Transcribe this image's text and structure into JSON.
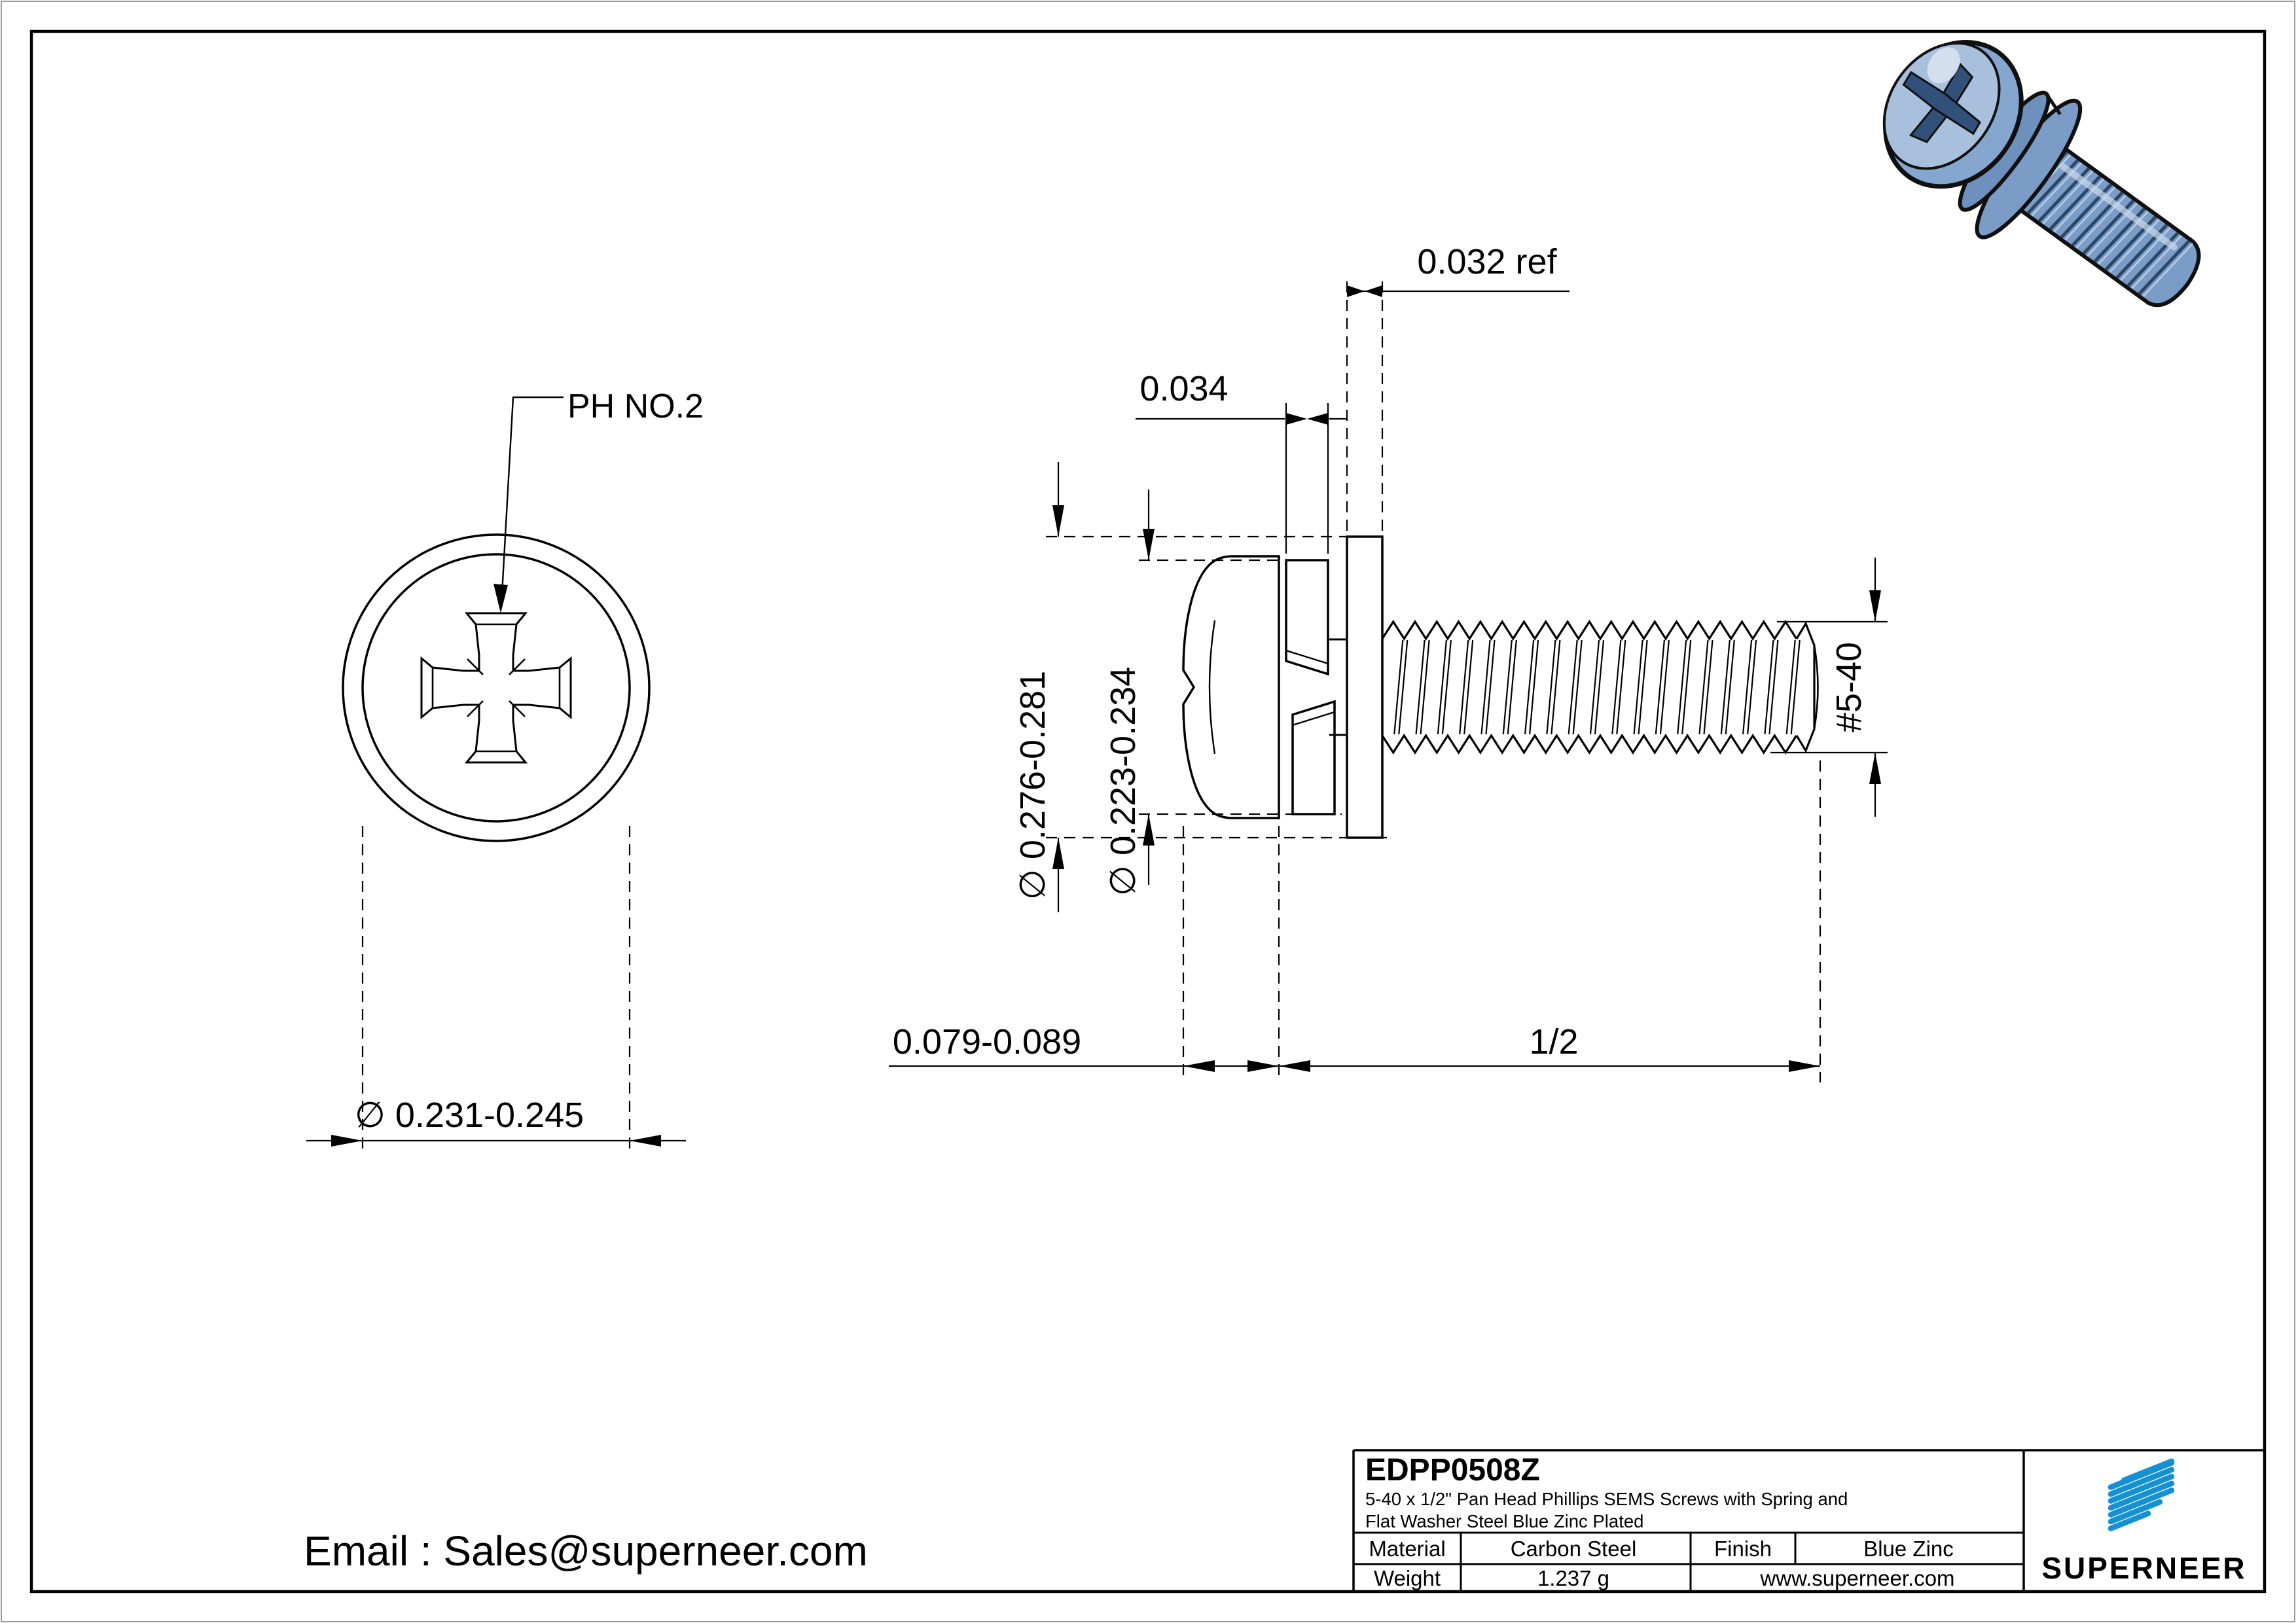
{
  "drawing": {
    "front_view": {
      "recess_label": "PH NO.2",
      "head_diameter": "∅ 0.231-0.245"
    },
    "side_view": {
      "washer_od": "∅ 0.276-0.281",
      "spring_od": "∅ 0.223-0.234",
      "washer_thickness": "0.032 ref",
      "spring_thickness": "0.034",
      "head_height": "0.079-0.089",
      "screw_length": "1/2",
      "thread_spec": "#5-40"
    },
    "email": "Email : Sales@superneer.com",
    "title_block": {
      "part_number": "EDPP0508Z",
      "description_line1": "5-40 x 1/2\" Pan Head Phillips SEMS Screws with Spring and",
      "description_line2": "Flat Washer Steel Blue Zinc Plated",
      "material_label": "Material",
      "material_value": "Carbon Steel",
      "finish_label": "Finish",
      "finish_value": "Blue Zinc",
      "weight_label": "Weight",
      "weight_value": "1.237 g",
      "website": "www.superneer.com",
      "brand": "SUPERNEER"
    },
    "colors": {
      "line": "#000000",
      "logo_blue": "#1591d2",
      "link_blue": "#2e7fd6",
      "steel_mid": "#7c9cc8",
      "steel_dark": "#44658f",
      "steel_light": "#aec4e0",
      "recess_dark": "#31507a"
    }
  }
}
